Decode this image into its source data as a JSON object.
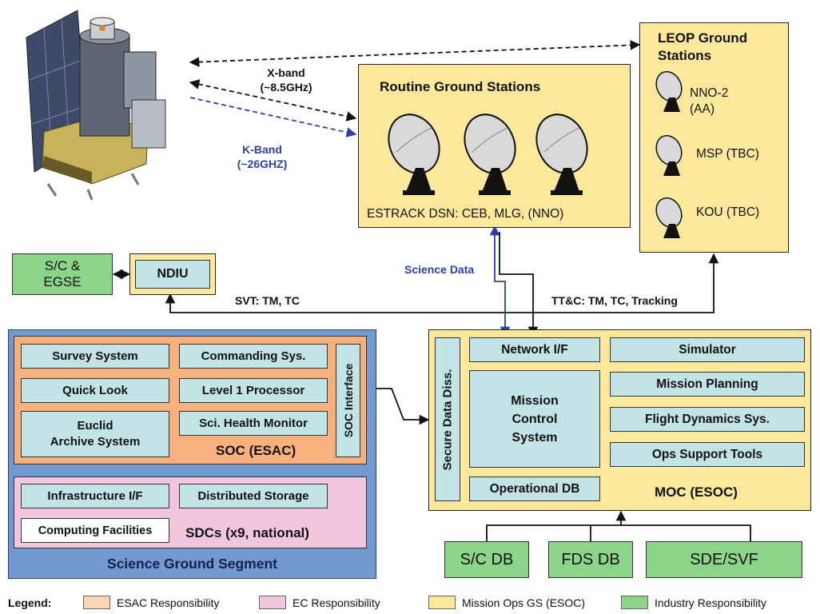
{
  "links": {
    "xband": "X-band",
    "xband_freq": "(~8.5GHz)",
    "kband": "K-Band",
    "kband_freq": "(~26GHZ)",
    "science_data": "Science Data",
    "svt": "SVT: TM, TC",
    "ttc": "TT&C: TM, TC, Tracking"
  },
  "routine": {
    "title": "Routine Ground Stations",
    "caption": "ESTRACK DSN: CEB, MLG, (NNO)"
  },
  "leop": {
    "title_line1": "LEOP Ground",
    "title_line2": "Stations",
    "stations": [
      {
        "line1": "NNO-2",
        "line2": "(AA)"
      },
      {
        "line1": "MSP (TBC)",
        "line2": ""
      },
      {
        "line1": "KOU (TBC)",
        "line2": ""
      }
    ]
  },
  "sc_egse": {
    "line1": "S/C &",
    "line2": "EGSE"
  },
  "ndiu": "NDIU",
  "sgs": {
    "title": "Science Ground Segment",
    "soc": {
      "title": "SOC (ESAC)",
      "interface": "SOC Interface",
      "modules": {
        "survey": "Survey System",
        "commanding": "Commanding Sys.",
        "quicklook": "Quick Look",
        "level1": "Level 1 Processor",
        "archive_line1": "Euclid",
        "archive_line2": "Archive System",
        "health": "Sci. Health Monitor"
      }
    },
    "sdc": {
      "title": "SDCs (x9, national)",
      "infra": "Infrastructure I/F",
      "storage": "Distributed Storage",
      "computing": "Computing Facilities"
    }
  },
  "moc": {
    "title": "MOC (ESOC)",
    "secure": "Secure Data Diss.",
    "network": "Network I/F",
    "mcs_line1": "Mission",
    "mcs_line2": "Control",
    "mcs_line3": "System",
    "opsdb": "Operational DB",
    "simulator": "Simulator",
    "planning": "Mission Planning",
    "fds": "Flight Dynamics Sys.",
    "tools": "Ops Support Tools"
  },
  "databases": [
    "S/C DB",
    "FDS DB",
    "SDE/SVF"
  ],
  "legend": {
    "label": "Legend:",
    "items": [
      {
        "text": "ESAC Responsibility",
        "color": "#fbd5b5"
      },
      {
        "text": "EC Responsibility",
        "color": "#f2c6dc"
      },
      {
        "text": "Mission Ops GS (ESOC)",
        "color": "#fde89b"
      },
      {
        "text": "Industry Responsibility",
        "color": "#8bd48a"
      }
    ]
  },
  "colors": {
    "soc_orange": "#f8b17c",
    "sdc_pink": "#f2c6dc",
    "sgs_blue": "#7399d2",
    "moc_yellow": "#fde89b",
    "module_cyan": "#c2e4e6",
    "industry_green": "#8bd48a",
    "kband_blue": "#2e3fa8"
  }
}
